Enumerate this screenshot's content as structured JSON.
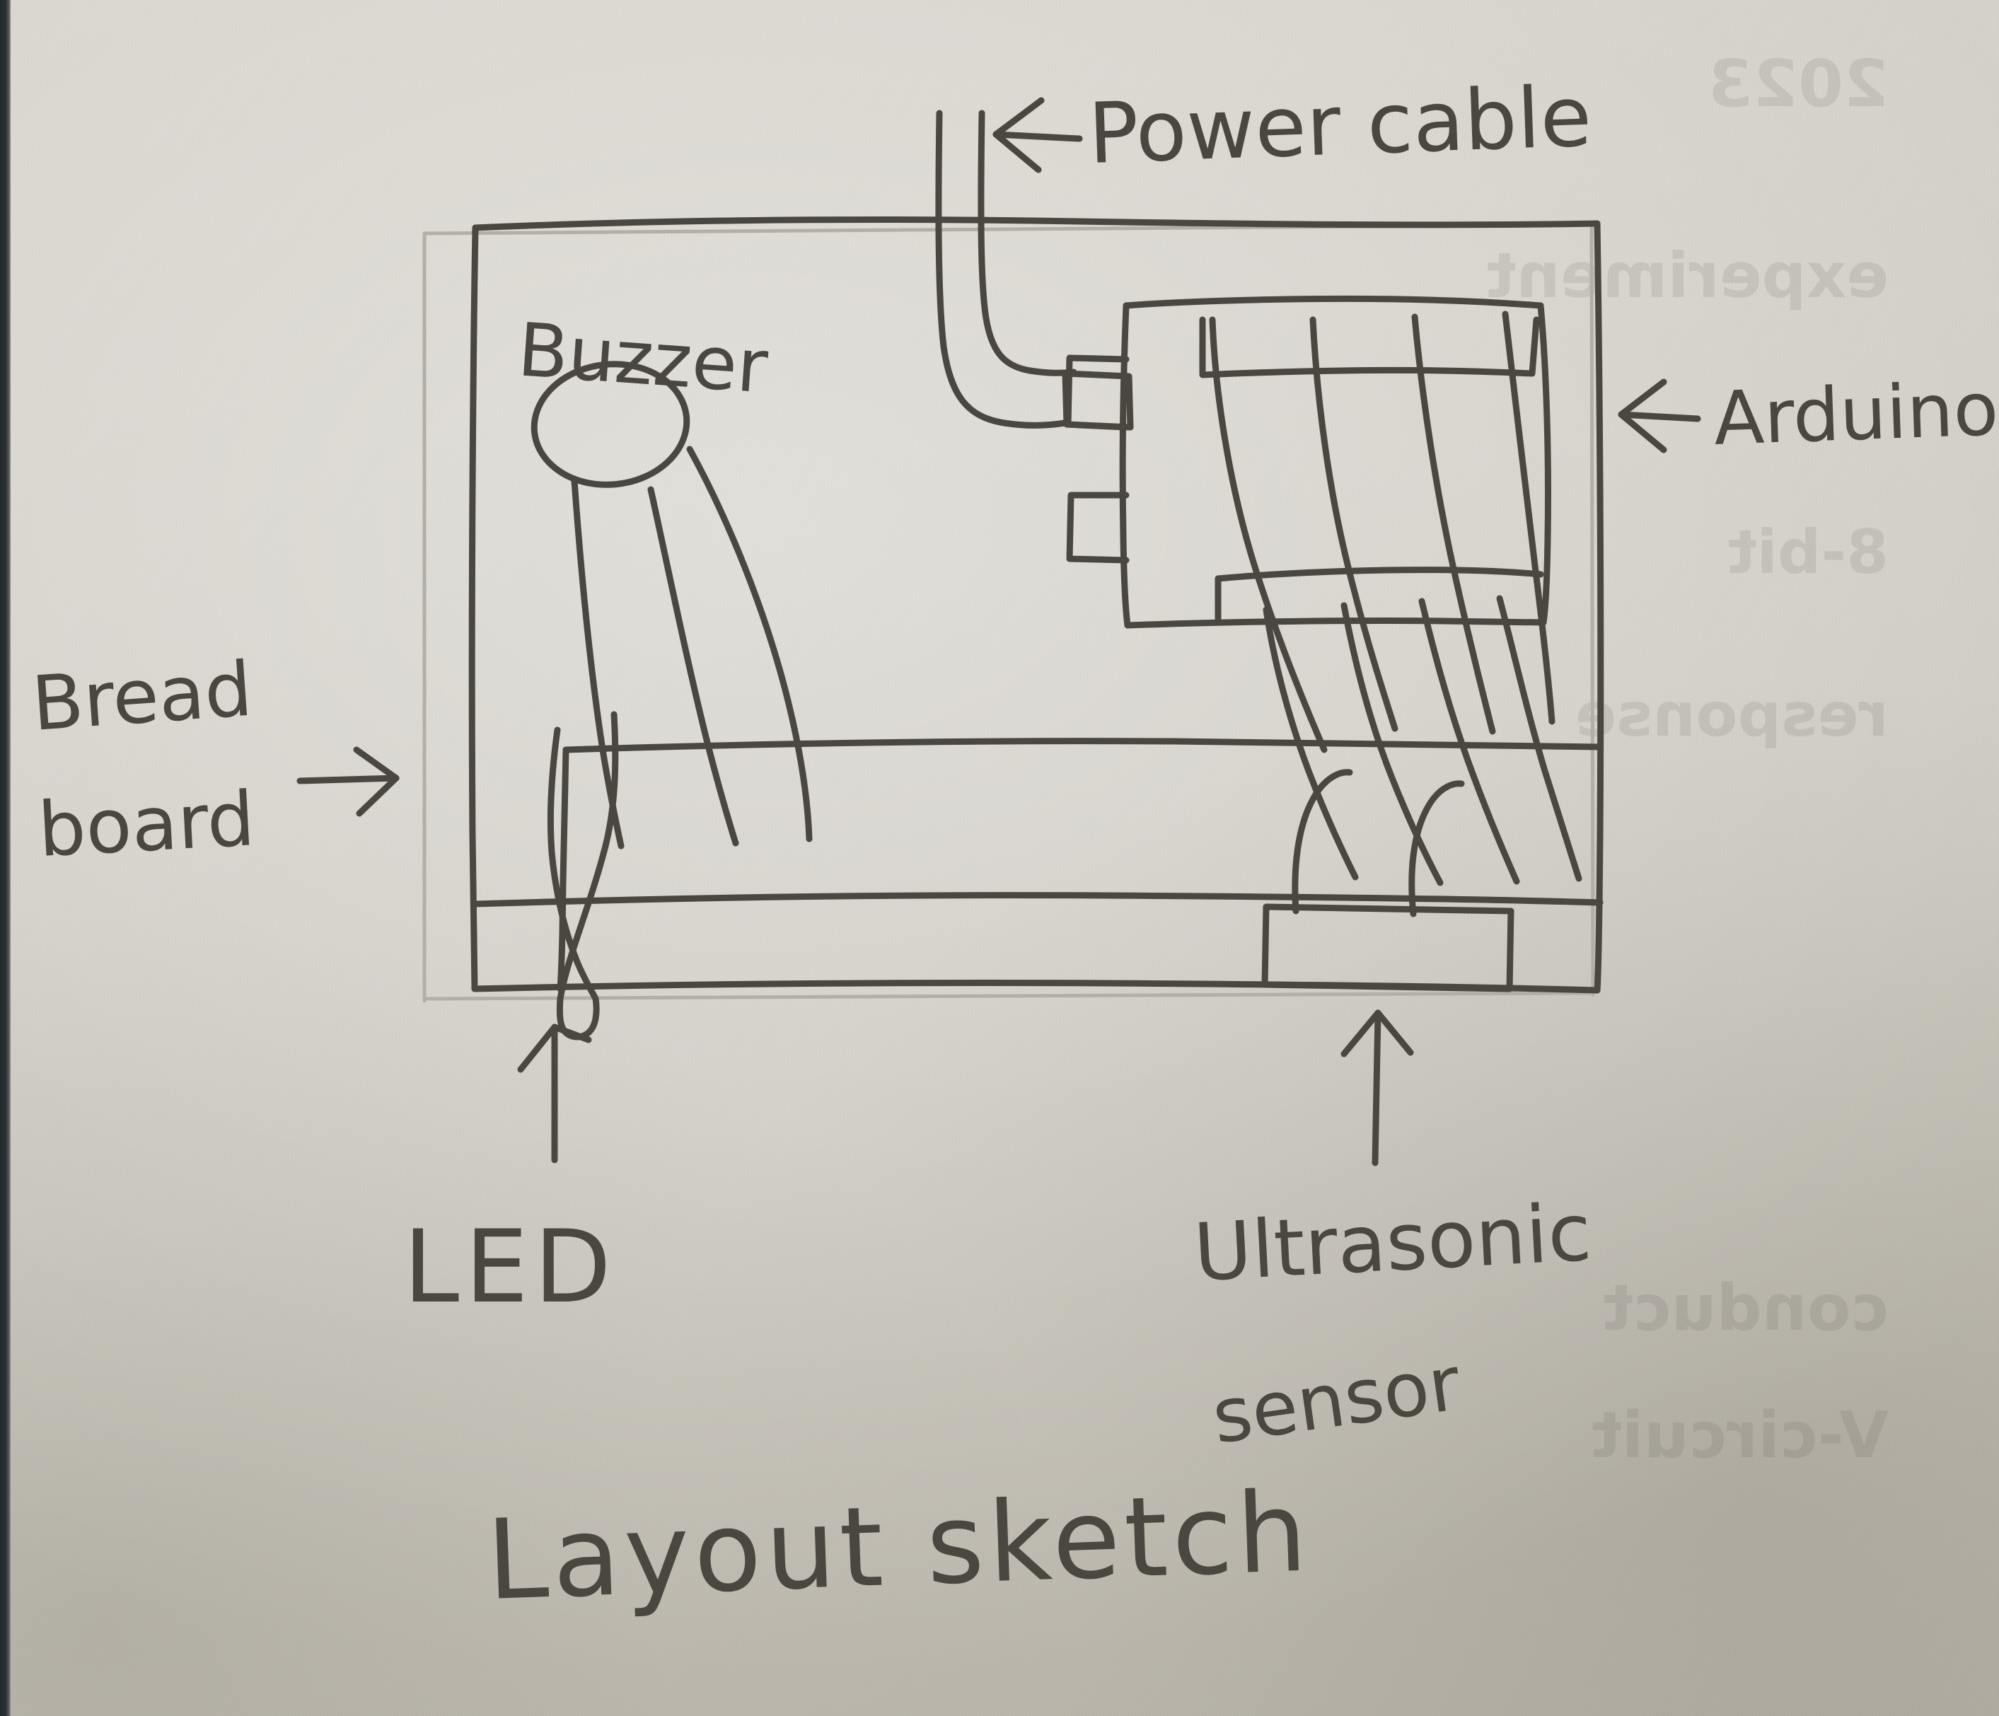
{
  "sketch": {
    "title": "Layout sketch",
    "medium": "hand-drawn pencil sketch on textured paper",
    "paper_color": "#d3d0c7",
    "ink_color": "#4a4740"
  },
  "labels": {
    "power_cable": "Power cable",
    "arduino": "Arduino",
    "breadboard_line1": "Bread",
    "breadboard_line2": "board",
    "buzzer": "Buzzer",
    "led": "LED",
    "ultrasonic_line1": "Ultrasonic",
    "ultrasonic_line2": "sensor",
    "title": "Layout sketch"
  },
  "arrows": {
    "power_cable": "arrow-left",
    "arduino": "arrow-left",
    "breadboard": "arrow-right",
    "led": "arrow-up",
    "ultrasonic": "arrow-up"
  },
  "components": [
    {
      "name": "breadboard",
      "label": "Bread board",
      "shape": "large-rectangle-with-two-horizontal-rails"
    },
    {
      "name": "arduino",
      "label": "Arduino",
      "shape": "rectangle-with-pin-headers-and-two-side-connectors"
    },
    {
      "name": "buzzer",
      "label": "Buzzer",
      "shape": "oval-with-three-wires"
    },
    {
      "name": "led",
      "label": "LED",
      "shape": "two-crossed-legs-with-u-bend"
    },
    {
      "name": "ultrasonic_sensor",
      "label": "Ultrasonic sensor",
      "shape": "small-rectangle-with-two-curved-wires"
    },
    {
      "name": "power_cable",
      "label": "Power cable",
      "shape": "two-parallel-lines-curving-into-connector"
    }
  ]
}
